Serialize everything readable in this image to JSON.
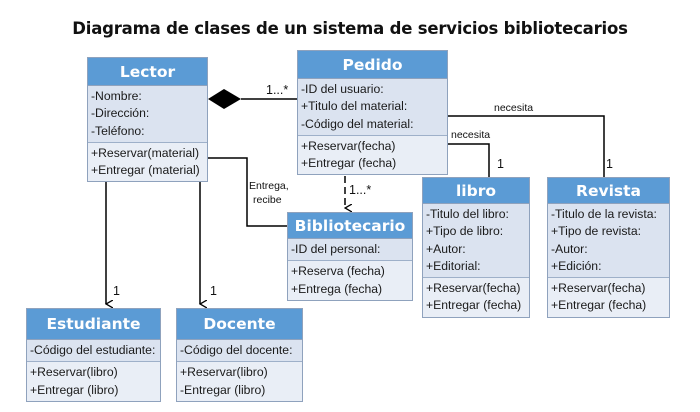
{
  "title": "Diagrama de clases de un sistema de servicios bibliotecarios",
  "colors": {
    "header": "#5b9bd5",
    "attributes_bg": "#dbe3f0",
    "operations_bg": "#e9eef6",
    "border": "#8fa2bd",
    "line": "#000000"
  },
  "classes": {
    "lector": {
      "name": "Lector",
      "attributes": [
        "-Nombre:",
        "-Dirección:",
        "-Teléfono:"
      ],
      "operations": [
        "+Reservar(material)",
        "+Entregar (material)"
      ]
    },
    "pedido": {
      "name": "Pedido",
      "attributes": [
        "-ID del usuario:",
        "+Titulo del material:",
        "-Código del material:"
      ],
      "operations": [
        "+Reservar(fecha)",
        "+Entregar (fecha)"
      ]
    },
    "bibliotecario": {
      "name": "Bibliotecario",
      "attributes": [
        "-ID del  personal:"
      ],
      "operations": [
        "+Reserva (fecha)",
        "+Entrega (fecha)"
      ]
    },
    "libro": {
      "name": "libro",
      "attributes": [
        "-Titulo del libro:",
        "+Tipo de libro:",
        "+Autor:",
        "+Editorial:"
      ],
      "operations": [
        "+Reservar(fecha)",
        "+Entregar (fecha)"
      ]
    },
    "revista": {
      "name": "Revista",
      "attributes": [
        "-Titulo de la revista:",
        "+Tipo de revista:",
        "-Autor:",
        "+Edición:"
      ],
      "operations": [
        "+Reservar(fecha)",
        "+Entregar (fecha)"
      ]
    },
    "estudiante": {
      "name": "Estudiante",
      "attributes": [
        "-Código del estudiante:"
      ],
      "operations": [
        "+Reservar(libro)",
        "+Entregar (libro)"
      ]
    },
    "docente": {
      "name": "Docente",
      "attributes": [
        "-Código del docente:"
      ],
      "operations": [
        "+Reservar(libro)",
        "-Entregar (libro)"
      ]
    }
  },
  "relations": {
    "lector_pedido": {
      "type": "composition",
      "multiplicity": "1...*"
    },
    "pedido_bibliotecario": {
      "type": "dashed-dependency",
      "multiplicity": "1...*"
    },
    "lector_bibliotecario": {
      "type": "association",
      "label_line1": "Entrega,",
      "label_line2": "recibe"
    },
    "pedido_libro": {
      "type": "association",
      "label": "necesita",
      "multiplicity": "1"
    },
    "pedido_revista": {
      "type": "association",
      "label": "necesita",
      "multiplicity": "1"
    },
    "lector_estudiante": {
      "type": "directed",
      "multiplicity": "1"
    },
    "lector_docente": {
      "type": "directed",
      "multiplicity": "1"
    }
  }
}
